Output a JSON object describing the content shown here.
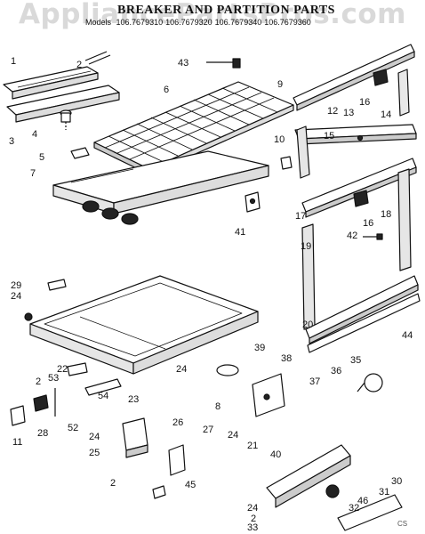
{
  "watermark": "AppliancePartsPros.com",
  "header": {
    "title": "BREAKER AND PARTITION PARTS",
    "models_label": "Models",
    "models": [
      "106.7679310",
      "106.7679320",
      "106.7679340",
      "106.7679360"
    ]
  },
  "callouts": {
    "c1": "1",
    "c2": "2",
    "c3": "3",
    "c4": "4",
    "c5": "5",
    "c6": "6",
    "c7": "7",
    "c9": "9",
    "c10": "10",
    "c11": "11",
    "c12": "12",
    "c13": "13",
    "c14": "14",
    "c15": "15",
    "c16a": "16",
    "c16b": "16",
    "c17": "17",
    "c18": "18",
    "c19": "19",
    "c20": "20",
    "c21": "21",
    "c22": "22",
    "c23": "23",
    "c24a": "24",
    "c24b": "24",
    "c24c": "24",
    "c24d": "24",
    "c24e": "24",
    "c25": "25",
    "c26": "26",
    "c27": "27",
    "c28": "28",
    "c29": "29",
    "c30": "30",
    "c31": "31",
    "c32": "32",
    "c33": "33",
    "c35": "35",
    "c36": "36",
    "c37": "37",
    "c38": "38",
    "c39": "39",
    "c40": "40",
    "c41": "41",
    "c42": "42",
    "c43": "43",
    "c44": "44",
    "c45": "45",
    "c46": "46",
    "c52": "52",
    "c53": "53",
    "c54": "54",
    "c2b": "2",
    "c2c": "2",
    "c2d": "2",
    "c8": "8"
  },
  "stamp": "CS"
}
